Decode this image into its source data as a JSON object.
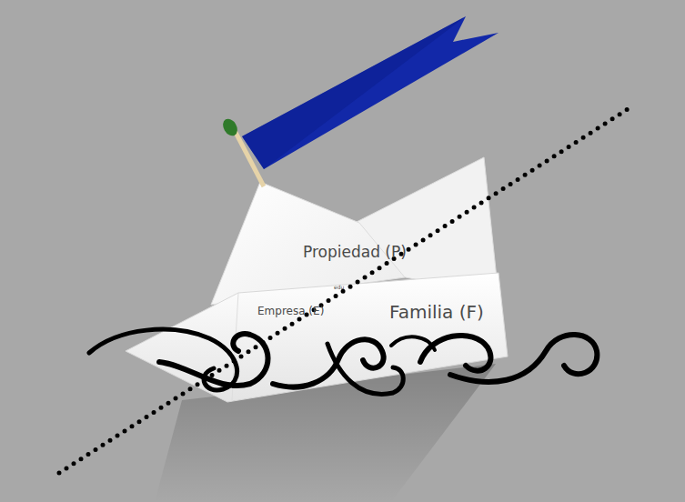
{
  "diagram": {
    "labels": [
      "Propiedad (P)",
      "edu",
      "Empresa (E)",
      "Familia (F)"
    ]
  }
}
